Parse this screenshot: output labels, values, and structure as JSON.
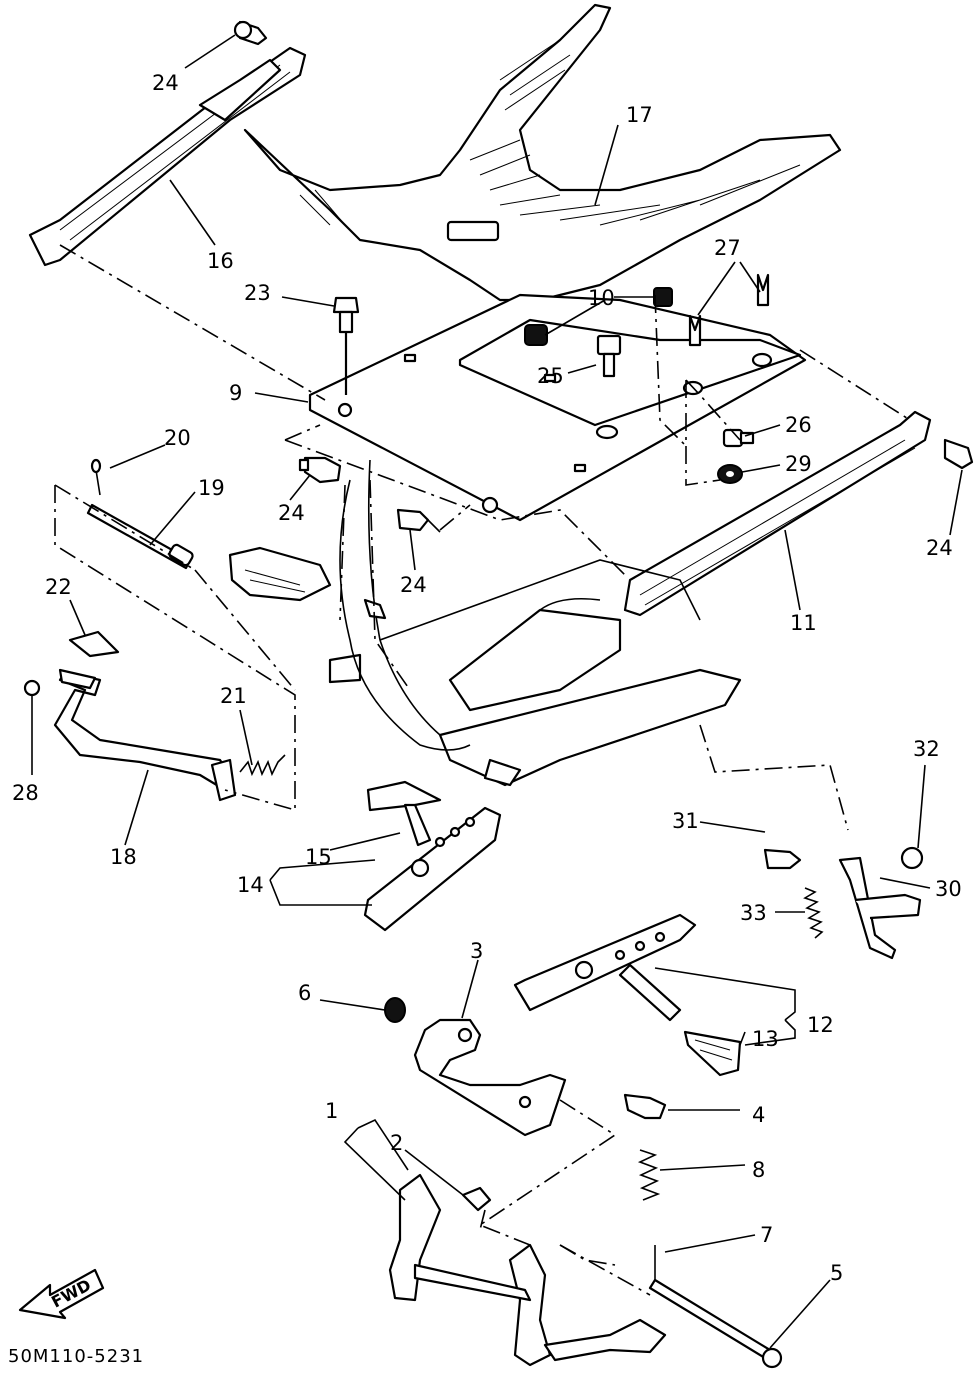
{
  "diagram": {
    "title": "",
    "drawing_code": "50M110-5231",
    "direction_label": "FWD",
    "callouts": [
      {
        "id": "c24a",
        "label": "24"
      },
      {
        "id": "c16",
        "label": "16"
      },
      {
        "id": "c17",
        "label": "17"
      },
      {
        "id": "c23",
        "label": "23"
      },
      {
        "id": "c10",
        "label": "10"
      },
      {
        "id": "c27",
        "label": "27"
      },
      {
        "id": "c9",
        "label": "9"
      },
      {
        "id": "c25",
        "label": "25"
      },
      {
        "id": "c26",
        "label": "26"
      },
      {
        "id": "c29",
        "label": "29"
      },
      {
        "id": "c20",
        "label": "20"
      },
      {
        "id": "c19",
        "label": "19"
      },
      {
        "id": "c24b",
        "label": "24"
      },
      {
        "id": "c24c",
        "label": "24"
      },
      {
        "id": "c24d",
        "label": "24"
      },
      {
        "id": "c22",
        "label": "22"
      },
      {
        "id": "c11",
        "label": "11"
      },
      {
        "id": "c21",
        "label": "21"
      },
      {
        "id": "c28",
        "label": "28"
      },
      {
        "id": "c18",
        "label": "18"
      },
      {
        "id": "c32",
        "label": "32"
      },
      {
        "id": "c31",
        "label": "31"
      },
      {
        "id": "c15",
        "label": "15"
      },
      {
        "id": "c14",
        "label": "14"
      },
      {
        "id": "c30",
        "label": "30"
      },
      {
        "id": "c33",
        "label": "33"
      },
      {
        "id": "c3",
        "label": "3"
      },
      {
        "id": "c6",
        "label": "6"
      },
      {
        "id": "c12",
        "label": "12"
      },
      {
        "id": "c13",
        "label": "13"
      },
      {
        "id": "c4",
        "label": "4"
      },
      {
        "id": "c1",
        "label": "1"
      },
      {
        "id": "c2",
        "label": "2"
      },
      {
        "id": "c8",
        "label": "8"
      },
      {
        "id": "c7",
        "label": "7"
      },
      {
        "id": "c5",
        "label": "5"
      }
    ]
  }
}
